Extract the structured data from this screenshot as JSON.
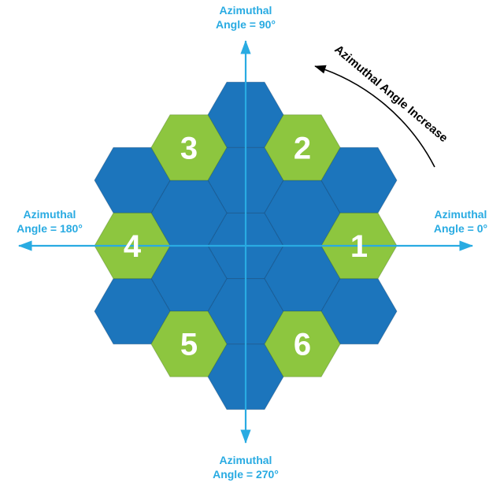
{
  "diagram": {
    "axis_labels": {
      "top": [
        "Azimuthal",
        "Angle = 90°"
      ],
      "right": [
        "Azimuthal",
        "Angle = 0°"
      ],
      "left": [
        "Azimuthal",
        "Angle = 180°"
      ],
      "bottom": [
        "Azimuthal",
        "Angle = 270°"
      ]
    },
    "rotated_annotation": "Azimuthal Angle Increase",
    "numbered_segments": [
      {
        "label": "1",
        "azimuth_deg": 0
      },
      {
        "label": "2",
        "azimuth_deg": 60
      },
      {
        "label": "3",
        "azimuth_deg": 120
      },
      {
        "label": "4",
        "azimuth_deg": 180
      },
      {
        "label": "5",
        "azimuth_deg": 240
      },
      {
        "label": "6",
        "azimuth_deg": 300
      }
    ],
    "colors": {
      "axis": "#29abe2",
      "segment_blue": "#1c75bc",
      "segment_green": "#8dc63f",
      "segment_number": "#ffffff",
      "annotation": "#000000"
    }
  }
}
